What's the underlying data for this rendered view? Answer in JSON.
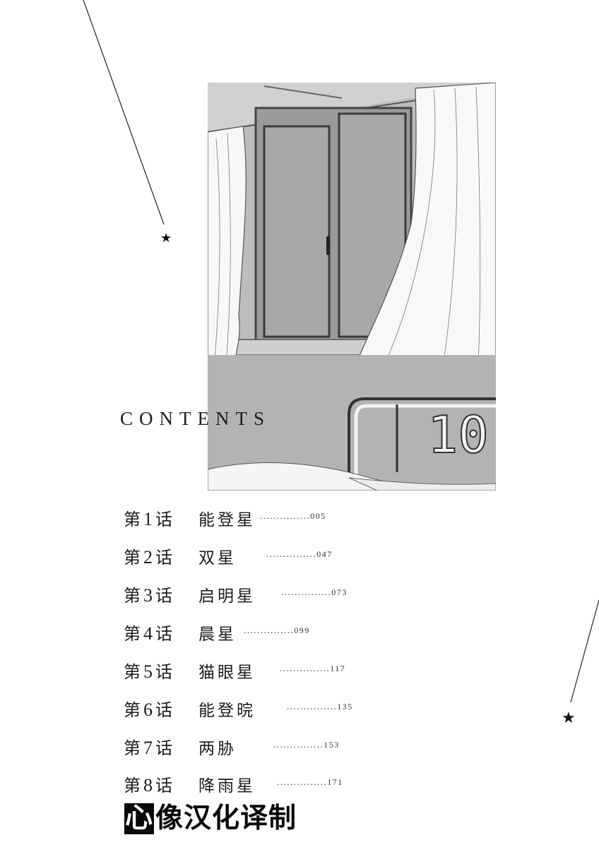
{
  "heading": "CONTENTS",
  "toc": [
    {
      "num_prefix": "第",
      "num": "1",
      "num_suffix": "话",
      "title": "能登星",
      "dots": "...............",
      "page": "005"
    },
    {
      "num_prefix": "第",
      "num": "2",
      "num_suffix": "话",
      "title": "双星",
      "dots": "...............",
      "page": "047"
    },
    {
      "num_prefix": "第",
      "num": "3",
      "num_suffix": "话",
      "title": "启明星",
      "dots": "...............",
      "page": "073"
    },
    {
      "num_prefix": "第",
      "num": "4",
      "num_suffix": "话",
      "title": "晨星",
      "dots": "...............",
      "page": "099"
    },
    {
      "num_prefix": "第",
      "num": "5",
      "num_suffix": "话",
      "title": "猫眼星",
      "dots": "...............",
      "page": "117"
    },
    {
      "num_prefix": "第",
      "num": "6",
      "num_suffix": "话",
      "title": "能登�athed",
      "dots": "...............",
      "page": "135"
    },
    {
      "num_prefix": "第",
      "num": "7",
      "num_suffix": "话",
      "title": "两胁",
      "dots": "...............",
      "page": "153"
    },
    {
      "num_prefix": "第",
      "num": "8",
      "num_suffix": "话",
      "title": "降雨星",
      "dots": "...............",
      "page": "171"
    }
  ],
  "credit": {
    "first": "心",
    "rest": "像汉化译制"
  },
  "illustration": {
    "bed_number": "10"
  },
  "colors": {
    "ink": "#1c1c1c",
    "screentone": "#a9a9a9",
    "wall": "#bdbdbd"
  }
}
